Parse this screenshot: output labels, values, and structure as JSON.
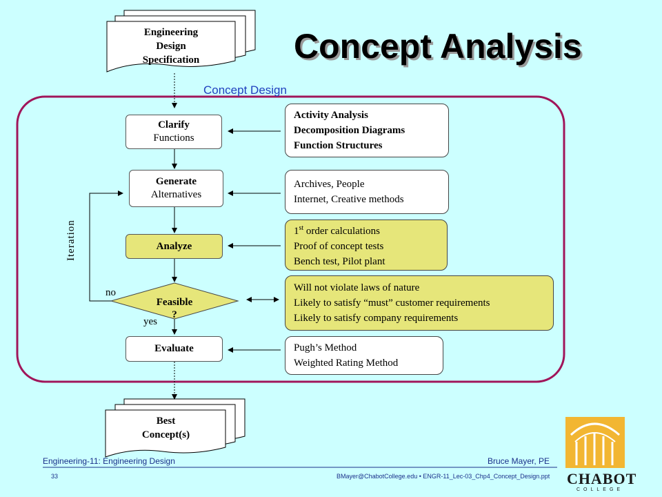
{
  "slide": {
    "title": "Concept Analysis",
    "section_label": "Concept Design",
    "input_doc": [
      "Engineering",
      "Design",
      "Specification"
    ],
    "output_doc": [
      "Best",
      "Concept(s)"
    ],
    "steps": {
      "clarify": [
        "Clarify",
        "Functions"
      ],
      "generate": [
        "Generate",
        "Alternatives"
      ],
      "analyze": "Analyze",
      "feasible": [
        "Feasible",
        "?"
      ],
      "evaluate": "Evaluate"
    },
    "info": {
      "clarify": [
        "Activity Analysis",
        "Decomposition Diagrams",
        "Function Structures"
      ],
      "generate": [
        "Archives, People",
        "Internet, Creative methods"
      ],
      "analyze": [
        "order calculations",
        "Proof of concept tests",
        "Bench test, Pilot plant"
      ],
      "analyze_ordinal": "1",
      "analyze_ordinal_sup": "st",
      "feasible": [
        "Will not violate laws of nature",
        "Likely to satisfy “must” customer requirements",
        "Likely to satisfy company requirements"
      ],
      "evaluate": [
        "Pugh’s Method",
        "Weighted Rating Method"
      ]
    },
    "labels": {
      "iteration": "Iteration",
      "no": "no",
      "yes": "yes"
    }
  },
  "footer": {
    "course": "Engineering-11: Engineering Design",
    "author": "Bruce Mayer, PE",
    "slide_number": "33",
    "file": "BMayer@ChabotCollege.edu  •  ENGR-11_Lec-03_Chp4_Concept_Design.ppt"
  },
  "logo": {
    "name": "CHABOT",
    "sub": "COLLEGE"
  },
  "colors": {
    "background": "#ccffff",
    "frame": "#a0155a",
    "highlight": "#e6e67a",
    "section_label": "#1f3fbf",
    "logo_gold": "#f2b632"
  }
}
